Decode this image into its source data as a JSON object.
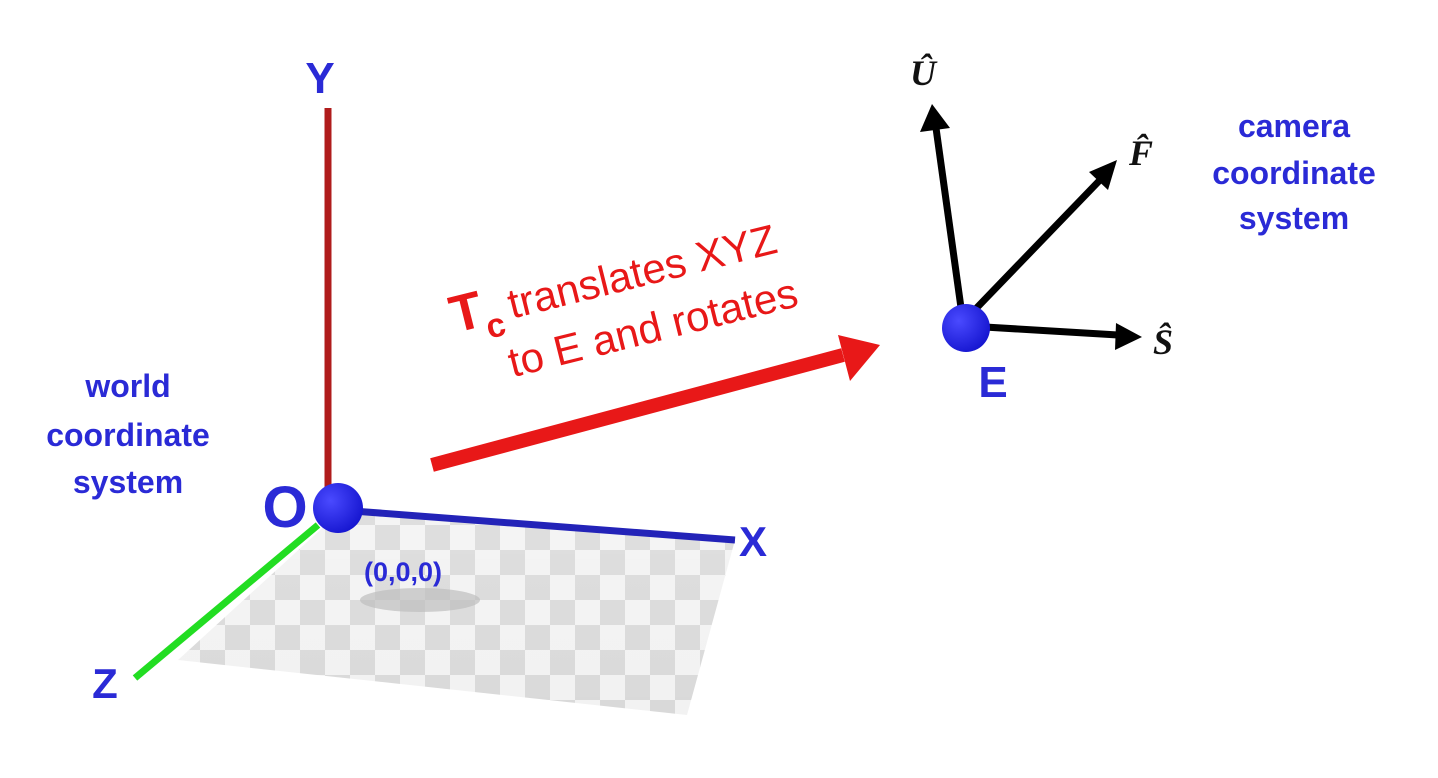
{
  "world": {
    "label_lines": [
      "world",
      "coordinate",
      "system"
    ],
    "axis_y": "Y",
    "axis_x": "X",
    "axis_z": "Z",
    "origin_name": "O",
    "origin_coords": "(0,0,0)"
  },
  "camera": {
    "label_lines": [
      "camera",
      "coordinate",
      "system"
    ],
    "eye_name": "E",
    "vec_up": "Û",
    "vec_forward": "F̂",
    "vec_side": "Ŝ"
  },
  "transform": {
    "symbol": "T",
    "subscript": "c",
    "line1": "translates XYZ",
    "line2": "to E and rotates"
  },
  "colors": {
    "label_blue": "#2a2ad6",
    "transform_red": "#e81818",
    "axis_y": "#b01c1c",
    "axis_x": "#2323b8",
    "axis_z": "#22dd22",
    "point": "#1f1fe8",
    "camera_vectors": "#000000"
  }
}
